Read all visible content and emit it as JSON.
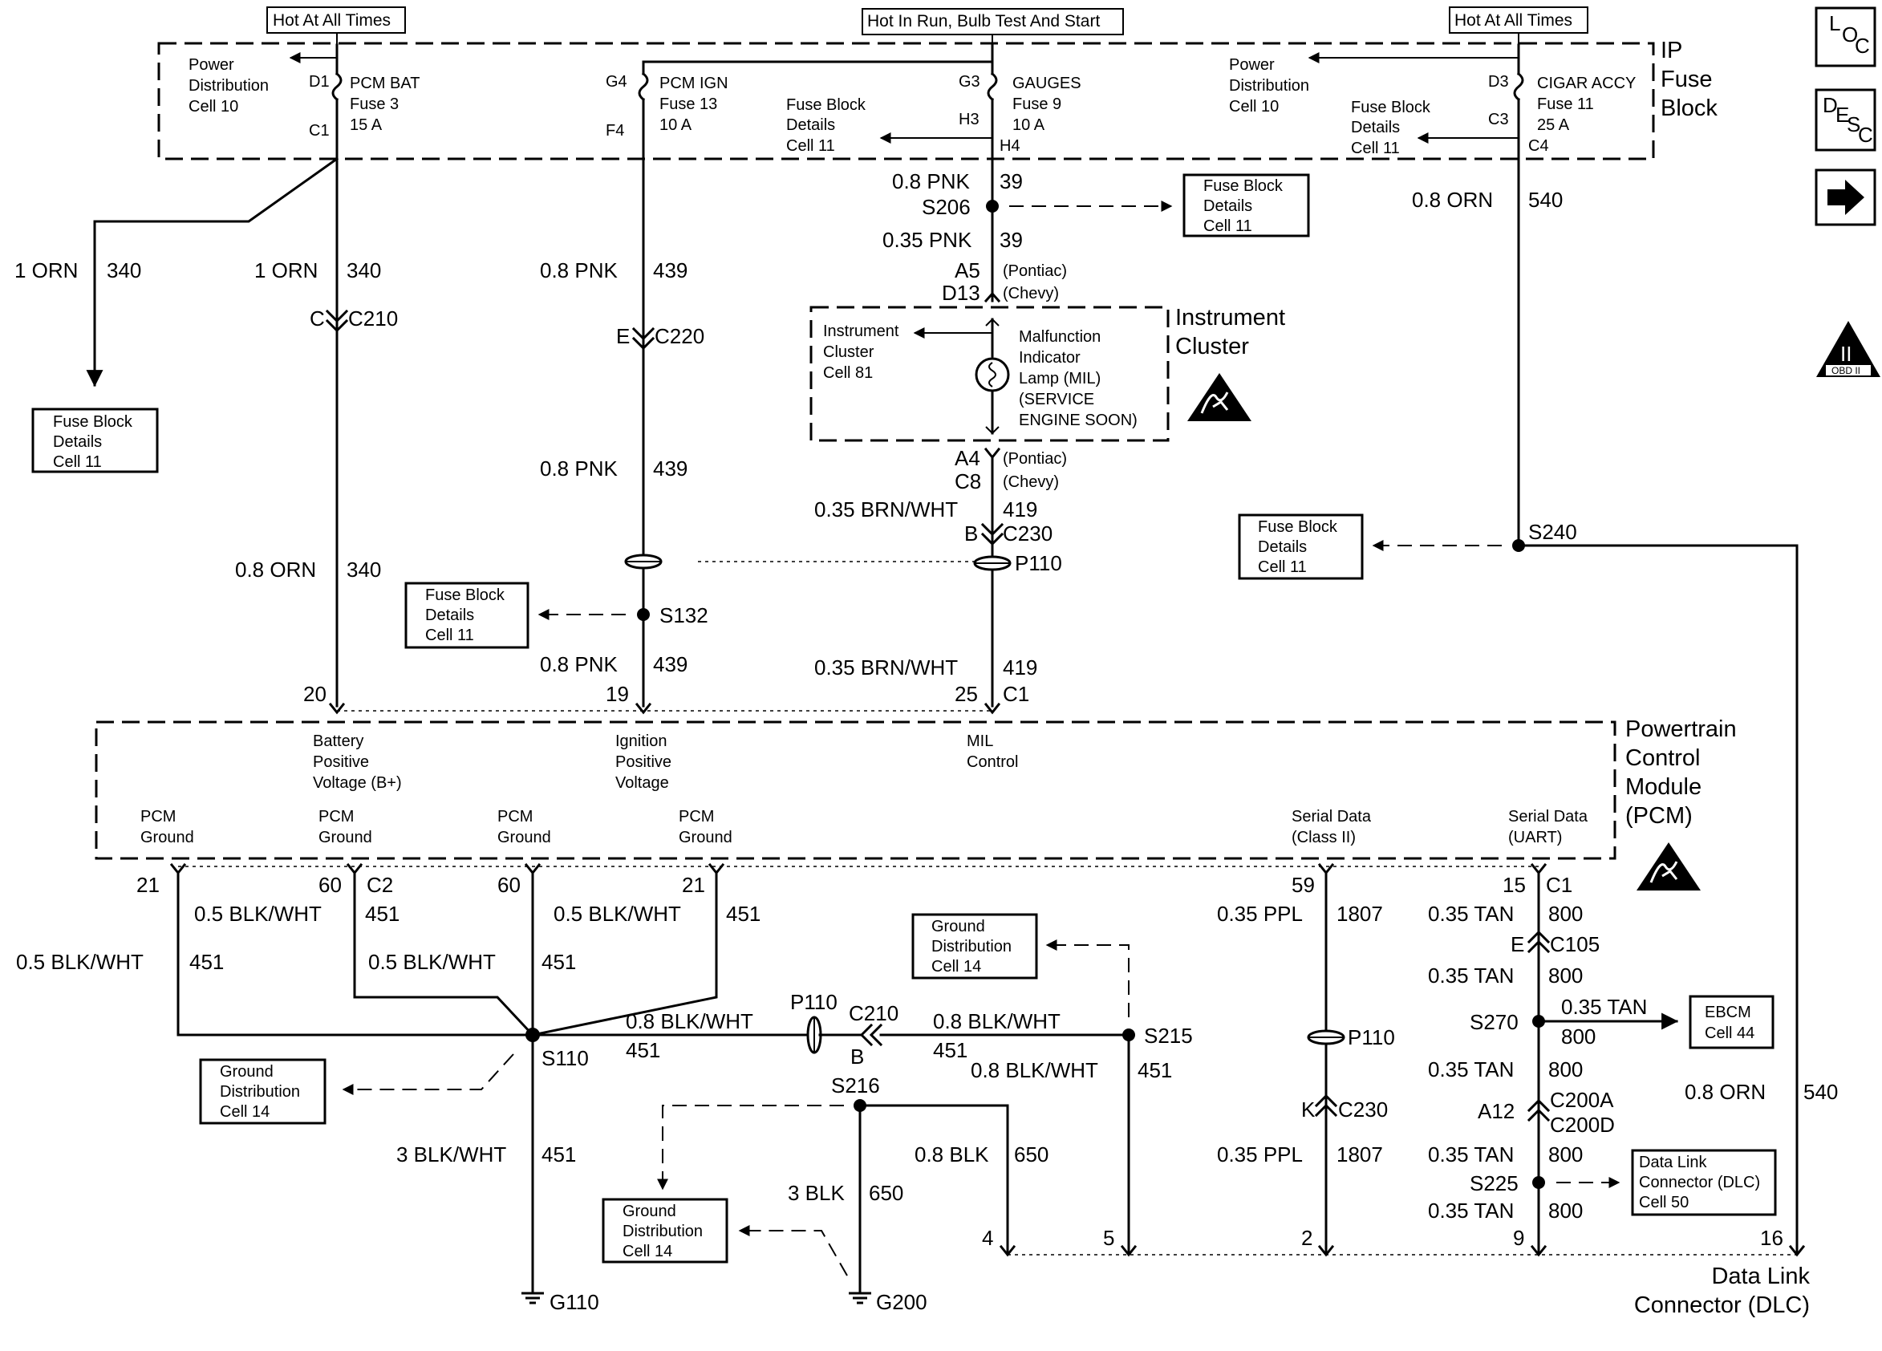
{
  "headers": {
    "hot_at_all_times_left": "Hot At All Times",
    "hot_in_run": "Hot In Run, Bulb Test And Start",
    "hot_at_all_times_right": "Hot At All Times"
  },
  "ip_fuse_block": {
    "line1": "IP",
    "line2": "Fuse",
    "line3": "Block"
  },
  "fuses": {
    "pcm_bat": {
      "name": "PCM BAT",
      "fuse": "Fuse 3",
      "amps": "15 A",
      "in": "D1",
      "out": "C1"
    },
    "pcm_ign": {
      "name": "PCM IGN",
      "fuse": "Fuse 13",
      "amps": "10 A",
      "in": "G4",
      "out": "F4"
    },
    "gauges": {
      "name": "GAUGES",
      "fuse": "Fuse 9",
      "amps": "10 A",
      "in": "G3",
      "out": "H3",
      "out2": "H4"
    },
    "cigar": {
      "name": "CIGAR ACCY",
      "fuse": "Fuse 11",
      "amps": "25 A",
      "in": "D3",
      "out": "C3",
      "out2": "C4"
    }
  },
  "pdc_left": {
    "line1": "Power",
    "line2": "Distribution",
    "line3": "Cell 10"
  },
  "pdc_right": {
    "line1": "Power",
    "line2": "Distribution",
    "line3": "Cell 10"
  },
  "fbd_top_mid": {
    "line1": "Fuse Block",
    "line2": "Details",
    "line3": "Cell 11"
  },
  "fbd_top_right": {
    "line1": "Fuse Block",
    "line2": "Details",
    "line3": "Cell 11"
  },
  "fuse_block_refs": [
    {
      "line1": "Fuse Block",
      "line2": "Details",
      "line3": "Cell 11"
    },
    {
      "line1": "Fuse Block",
      "line2": "Details",
      "line3": "Cell 11"
    },
    {
      "line1": "Fuse Block",
      "line2": "Details",
      "line3": "Cell 11"
    },
    {
      "line1": "Fuse Block",
      "line2": "Details",
      "line3": "Cell 11"
    }
  ],
  "ground_refs": [
    {
      "line1": "Ground",
      "line2": "Distribution",
      "line3": "Cell 14"
    },
    {
      "line1": "Ground",
      "line2": "Distribution",
      "line3": "Cell 14"
    },
    {
      "line1": "Ground",
      "line2": "Distribution",
      "line3": "Cell 14"
    }
  ],
  "ebcm": {
    "line1": "EBCM",
    "line2": "Cell 44"
  },
  "dlc_ref": {
    "line1": "Data Link",
    "line2": "Connector (DLC)",
    "line3": "Cell 50"
  },
  "wires": {
    "orn340_a": "1 ORN",
    "c340_a": "340",
    "orn340_b": "1 ORN",
    "c340_b": "340",
    "orn340_c": "0.8 ORN",
    "c340_c": "340",
    "pnk439_a": "0.8 PNK",
    "c439_a": "439",
    "pnk439_b": "0.8 PNK",
    "c439_b": "439",
    "pnk439_c": "0.8 PNK",
    "c439_c": "439",
    "pnk39_a": "0.8 PNK",
    "c39_a": "39",
    "pnk39_b": "0.35 PNK",
    "c39_b": "39",
    "brn419_a": "0.35 BRN/WHT",
    "c419_a": "419",
    "brn419_b": "0.35 BRN/WHT",
    "c419_b": "419",
    "orn540_a": "0.8 ORN",
    "c540_a": "540",
    "orn540_b": "0.8 ORN",
    "c540_b": "540",
    "bw451_a": "0.5 BLK/WHT",
    "c451_a": "451",
    "bw451_b": "0.5 BLK/WHT",
    "c451_b": "451",
    "bw451_c": "0.5 BLK/WHT",
    "c451_c": "451",
    "bw451_d": "0.5 BLK/WHT",
    "c451_d": "451",
    "bw451_e": "0.8 BLK/WHT",
    "c451_e": "451",
    "bw451_f": "0.8 BLK/WHT",
    "c451_f": "451",
    "bw451_g": "0.8 BLK/WHT",
    "c451_g": "451",
    "bw451_h": "3 BLK/WHT",
    "c451_h": "451",
    "blk650_a": "0.8 BLK",
    "c650_a": "650",
    "blk650_b": "3 BLK",
    "c650_b": "650",
    "ppl1807_a": "0.35 PPL",
    "c1807_a": "1807",
    "ppl1807_b": "0.35 PPL",
    "c1807_b": "1807",
    "tan800_a": "0.35 TAN",
    "c800_a": "800",
    "tan800_b": "0.35 TAN",
    "c800_b": "800",
    "tan800_c": "0.35 TAN",
    "c800_c": "800",
    "tan800_d": "0.35 TAN",
    "c800_d": "800",
    "tan800_e": "0.35 TAN",
    "c800_e": "800",
    "tan800_f": "0.35 TAN",
    "c800_f": "800"
  },
  "splices": {
    "s206": "S206",
    "s132": "S132",
    "s240": "S240",
    "s110": "S110",
    "s215": "S215",
    "s216": "S216",
    "s270": "S270",
    "s225": "S225"
  },
  "connectors": {
    "c210_letter": "C",
    "c210": "C210",
    "c220_letter": "E",
    "c220": "C220",
    "a5": "A5",
    "pontiac1": "(Pontiac)",
    "d13": "D13",
    "chevy1": "(Chevy)",
    "a4": "A4",
    "pontiac2": "(Pontiac)",
    "c8": "C8",
    "chevy2": "(Chevy)",
    "c230_letter": "B",
    "c230": "C230",
    "p110_a": "P110",
    "p110_b": "P110",
    "c210b": "C210",
    "c210b_letter": "B",
    "p110_c": "P110",
    "c230b_letter": "K",
    "c230b": "C230",
    "c105_letter": "E",
    "c105": "C105",
    "a12": "A12",
    "c200a": "C200A",
    "c200d": "C200D"
  },
  "pcm": {
    "title1": "Powertrain",
    "title2": "Control",
    "title3": "Module",
    "title4": "(PCM)",
    "pin_top_20": "20",
    "pin_top_19": "19",
    "pin_top_25": "25",
    "pin_top_c1": "C1",
    "bat_label1": "Battery",
    "bat_label2": "Positive",
    "bat_label3": "Voltage (B+)",
    "ign_label1": "Ignition",
    "ign_label2": "Positive",
    "ign_label3": "Voltage",
    "mil_label1": "MIL",
    "mil_label2": "Control",
    "gnd_label1": "PCM",
    "gnd_label2": "Ground",
    "sd2_label1": "Serial Data",
    "sd2_label2": "(Class II)",
    "sdu_label1": "Serial Data",
    "sdu_label2": "(UART)",
    "pin_21a": "21",
    "pin_60a": "60",
    "pin_c2": "C2",
    "pin_60b": "60",
    "pin_21b": "21",
    "pin_59": "59",
    "pin_15": "15",
    "pin_c1b": "C1"
  },
  "cluster": {
    "title1": "Instrument",
    "title2": "Cluster",
    "ref1": "Instrument",
    "ref2": "Cluster",
    "ref3": "Cell 81",
    "mil1": "Malfunction",
    "mil2": "Indicator",
    "mil3": "Lamp (MIL)",
    "mil4": "(SERVICE",
    "mil5": "ENGINE SOON)"
  },
  "dlc": {
    "title1": "Data Link",
    "title2": "Connector (DLC)",
    "pin4": "4",
    "pin5": "5",
    "pin2": "2",
    "pin9": "9",
    "pin16": "16"
  },
  "grounds": {
    "g110": "G110",
    "g200": "G200"
  },
  "nav": {
    "loc_l": "L",
    "loc_o": "O",
    "loc_c": "C",
    "desc_d": "D",
    "desc_e": "E",
    "desc_s": "S",
    "desc_c": "C",
    "obd_top": "II",
    "obd_bottom": "OBD II"
  }
}
